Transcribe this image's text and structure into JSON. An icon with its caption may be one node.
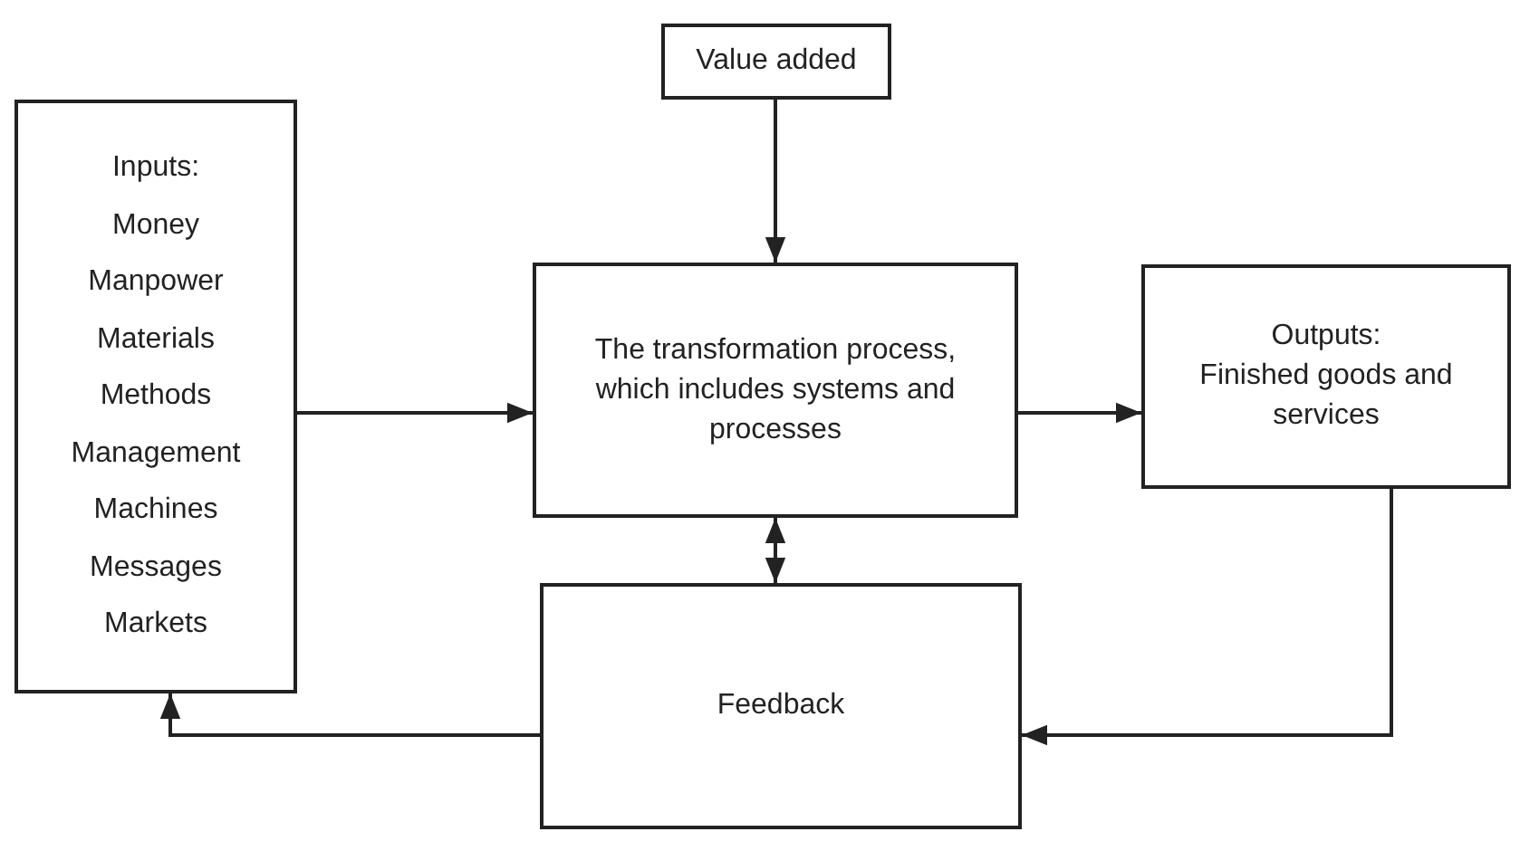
{
  "diagram": {
    "nodes": [
      {
        "text": [
          "Value added"
        ]
      },
      {
        "text": [
          "Inputs:",
          "Money Manpower Materials Methods Management Machines Messages Markets"
        ]
      },
      {
        "text": [
          "The transformation process, which includes systems and processes"
        ]
      },
      {
        "text": [
          "Outputs:",
          "Finished goods and services"
        ]
      },
      {
        "text": [
          "Feedback"
        ]
      }
    ],
    "edges": [
      {
        "from": 0,
        "to": 2,
        "arrow": "to"
      },
      {
        "from": 1,
        "to": 2,
        "arrow": "to"
      },
      {
        "from": 2,
        "to": 3,
        "arrow": "to"
      },
      {
        "from": 2,
        "to": 4,
        "arrow": "both"
      },
      {
        "from": 3,
        "to": 4,
        "arrow": "to"
      },
      {
        "from": 4,
        "to": 1,
        "arrow": "to"
      }
    ]
  }
}
